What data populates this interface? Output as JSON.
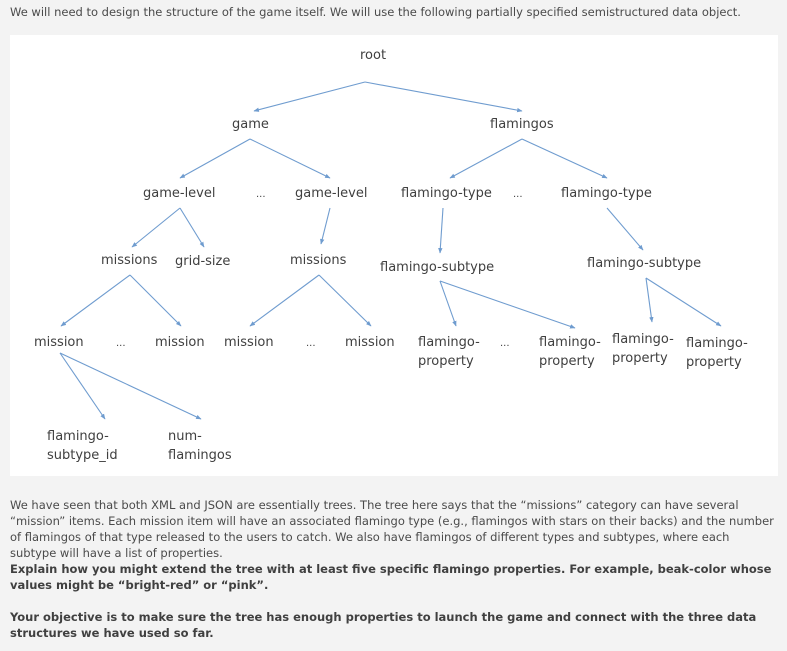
{
  "intro": "We will need to design the structure of the game itself. We will use the following partially specified semistructured data object.",
  "tree": {
    "root": "root",
    "game": "game",
    "flamingos": "flamingos",
    "game_level": "game-level",
    "flamingo_type": "flamingo-type",
    "missions": "missions",
    "grid_size": "grid-size",
    "flamingo_subtype": "flamingo-subtype",
    "mission": "mission",
    "flamingo_property_line1": "flamingo-",
    "flamingo_property_line2": "property",
    "flamingo_subtype_id_line1": "flamingo-",
    "flamingo_subtype_id_line2": "subtype_id",
    "num_flamingos_line1": "num-",
    "num_flamingos_line2": "flamingos",
    "ellipsis": "..."
  },
  "colors": {
    "edge": "#6f9ccf",
    "page_background": "#f3f3f3",
    "diagram_background": "#ffffff"
  },
  "paragraphs": {
    "p1": "We have seen that both XML and JSON are essentially trees. The tree here says that the “missions” category can have several “mission” items. Each mission item will have an associated flamingo type (e.g., flamingos with stars on their backs) and the number of flamingos of that type released to the users to catch. We also have flamingos of different types and subtypes, where each subtype will have a list of properties.",
    "p2": "Explain how you might extend the tree with at least five specific flamingo properties. For example, beak-color whose values might be “bright-red” or “pink”.",
    "p3": "Your objective is to make sure the tree has enough properties to launch the game and connect with the three data structures we have used so far."
  }
}
